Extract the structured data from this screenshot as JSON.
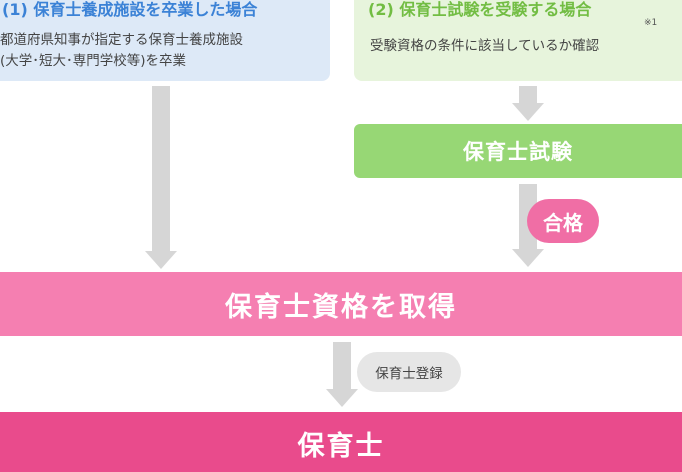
{
  "route1": {
    "title": "(1) 保育士養成施設を卒業した場合",
    "line1": "都道府県知事が指定する保育士養成施設",
    "line2": "(大学･短大･専門学校等)を卒業"
  },
  "route2": {
    "title": "(2) 保育士試験を受験する場合",
    "desc": "受験資格の条件に該当しているか確認",
    "note": "※1"
  },
  "exam": {
    "label": "保育士試験"
  },
  "pass": {
    "label": "合格"
  },
  "qualify": {
    "label": "保育士資格を取得"
  },
  "register": {
    "label": "保育士登録"
  },
  "final": {
    "label": "保育士"
  },
  "colors": {
    "route1_bg": "#dde9f7",
    "route1_title": "#3b82d6",
    "route2_bg": "#e7f4dc",
    "route2_title": "#72bd43",
    "exam_bg": "#97d775",
    "pass_bg": "#f06ea5",
    "qualify_bg": "#f57fb1",
    "final_bg": "#e94b8c",
    "arrow": "#d6d6d6",
    "register_bg": "#e6e6e6"
  }
}
